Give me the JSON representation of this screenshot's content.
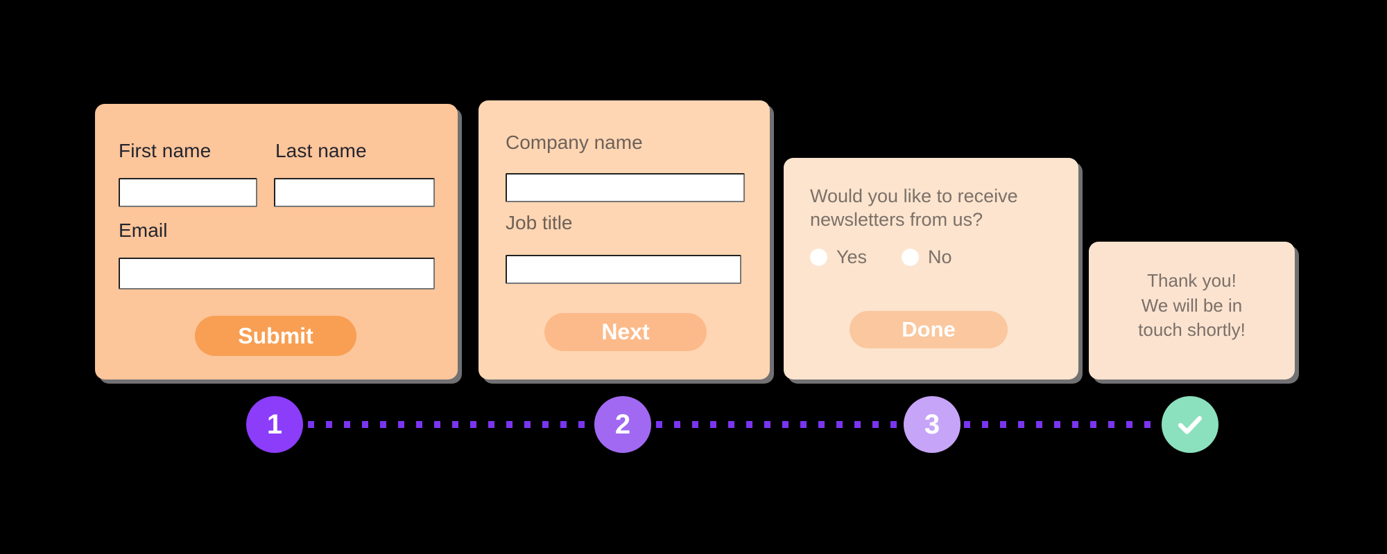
{
  "steps": [
    {
      "id": "personal",
      "number": "1",
      "fields": [
        {
          "label": "First name",
          "value": "",
          "placeholder": ""
        },
        {
          "label": "Last name",
          "value": "",
          "placeholder": ""
        },
        {
          "label": "Email",
          "value": "",
          "placeholder": ""
        }
      ],
      "button": "Submit"
    },
    {
      "id": "company",
      "number": "2",
      "fields": [
        {
          "label": "Company name",
          "value": "",
          "placeholder": ""
        },
        {
          "label": "Job title",
          "value": "",
          "placeholder": ""
        }
      ],
      "button": "Next"
    },
    {
      "id": "newsletter",
      "number": "3",
      "question": "Would you like to receive newsletters from us?",
      "options": [
        {
          "label": "Yes",
          "selected": false
        },
        {
          "label": "No",
          "selected": false
        }
      ],
      "button": "Done"
    },
    {
      "id": "thanks",
      "number": "✓",
      "message_line_1": "Thank you!",
      "message_line_2": "We will be in",
      "message_line_3": "touch shortly!"
    }
  ],
  "stepper": {
    "step_1_label": "1",
    "step_2_label": "2",
    "step_3_label": "3",
    "done_icon": "check-icon"
  },
  "colors": {
    "background": "#000000",
    "card_1_bg": "#FCC59A",
    "card_2_bg": "#FED6B4",
    "card_3_bg": "#FCE4CE",
    "card_4_bg": "#FBE3D0",
    "submit_button": "#F99F53",
    "next_button": "#FCBA8A",
    "done_button": "#FAC79E",
    "step_1": "#8B3DFA",
    "step_2": "#A169F2",
    "step_3": "#C6A4F7",
    "step_done": "#8BE0BE",
    "connector": "#7A35F0",
    "label_dark": "#24242E",
    "label_muted": "#7C7068"
  }
}
